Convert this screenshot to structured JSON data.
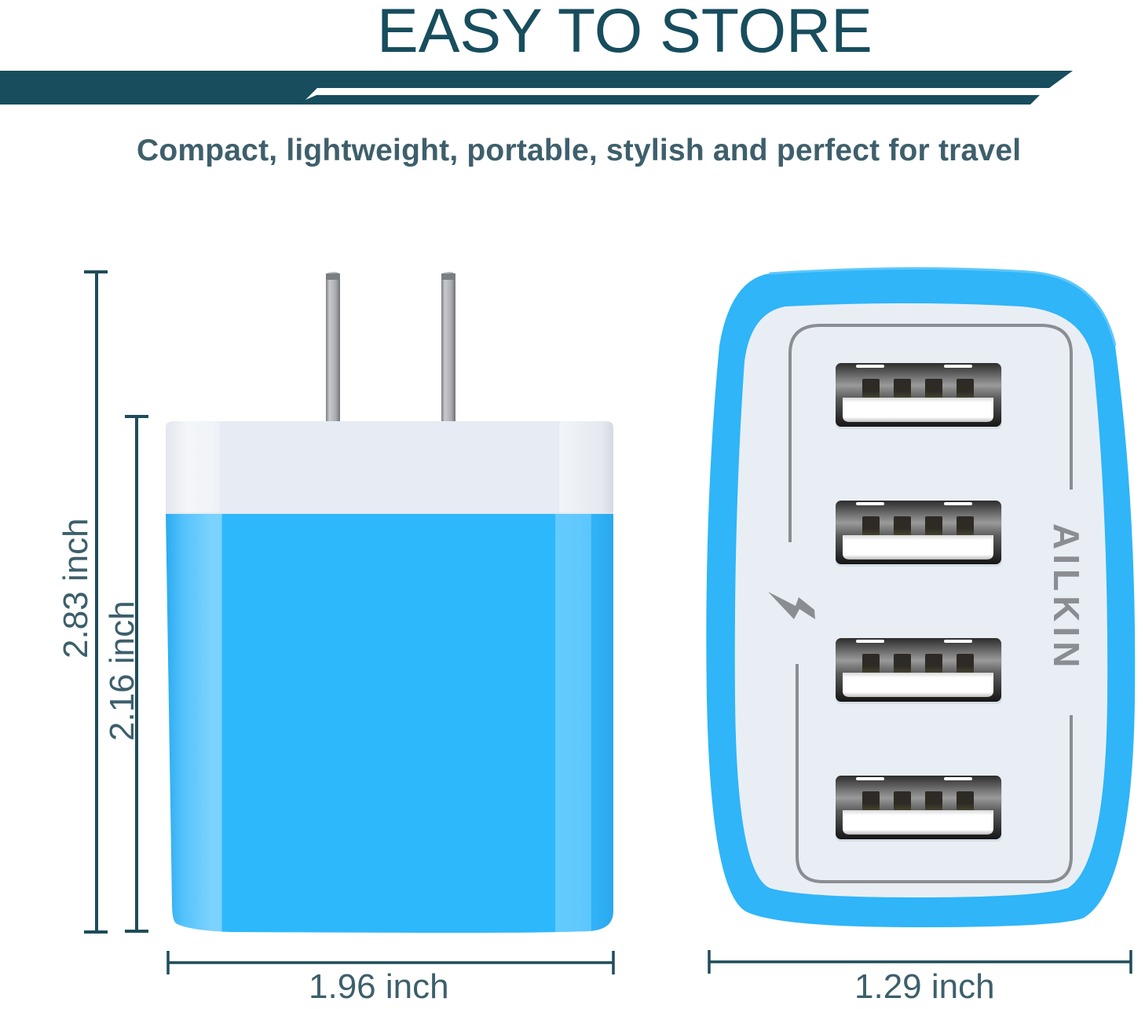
{
  "header": {
    "title": "EASY TO STORE",
    "subtitle": "Compact, lightweight, portable, stylish and perfect for travel"
  },
  "colors": {
    "heading": "#174d5d",
    "subtitle": "#3e5f6b",
    "dimension_line": "#1f4c5a",
    "charger_blue": "#2eb8fc",
    "charger_blue_highlight": "#6acbfd",
    "charger_white": "#e9eef5",
    "frame_outline_gray": "#8a8d91"
  },
  "dimensions": {
    "overall_height": "2.83 inch",
    "body_height": "2.16 inch",
    "width": "1.96 inch",
    "depth": "1.29 inch"
  },
  "product": {
    "side_view": {
      "prongs": 2,
      "color_cap": "white",
      "color_body": "blue"
    },
    "front_view": {
      "brand": "AILKIN",
      "usb_ports": [
        {
          "id": 1,
          "type": "USB-A"
        },
        {
          "id": 2,
          "type": "USB-A"
        },
        {
          "id": 3,
          "type": "USB-A"
        },
        {
          "id": 4,
          "type": "USB-A"
        }
      ],
      "icon": "lightning-bolt-icon"
    }
  }
}
